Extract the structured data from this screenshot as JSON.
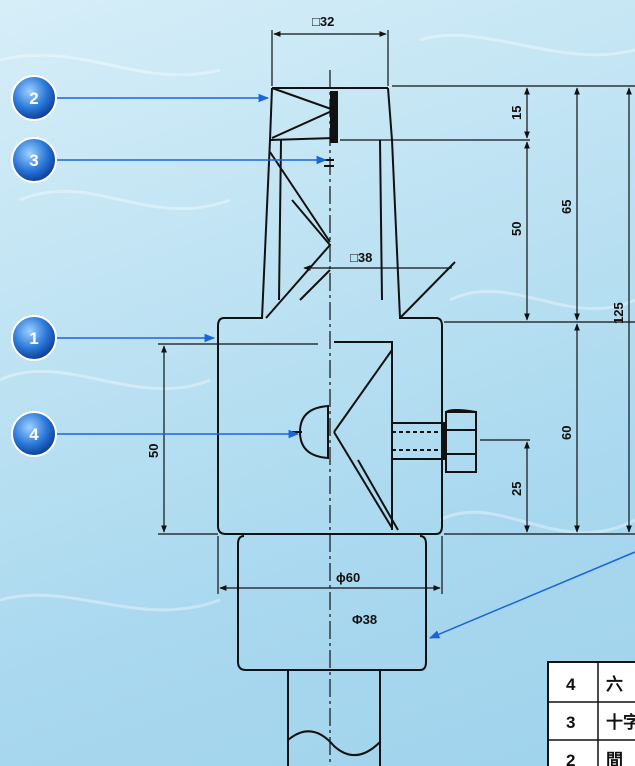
{
  "dimensions": {
    "top_square": "□32",
    "mid_square": "□38",
    "h_15": "15",
    "h_50_top": "50",
    "h_65": "65",
    "h_125": "125",
    "h_60": "60",
    "h_25": "25",
    "h_50_left": "50",
    "dia_60": "ϕ60",
    "dia_38": "Φ38"
  },
  "callouts": [
    {
      "number": "2"
    },
    {
      "number": "3"
    },
    {
      "number": "1"
    },
    {
      "number": "4"
    }
  ],
  "parts_table": {
    "rows": [
      {
        "no": "4",
        "name": "六"
      },
      {
        "no": "3",
        "name": "十字"
      },
      {
        "no": "2",
        "name": "間"
      }
    ]
  },
  "colors": {
    "background": "#bfe3f3",
    "callout_fill": "#1f6fd0",
    "leader": "#1a66d8",
    "line": "#111111"
  }
}
